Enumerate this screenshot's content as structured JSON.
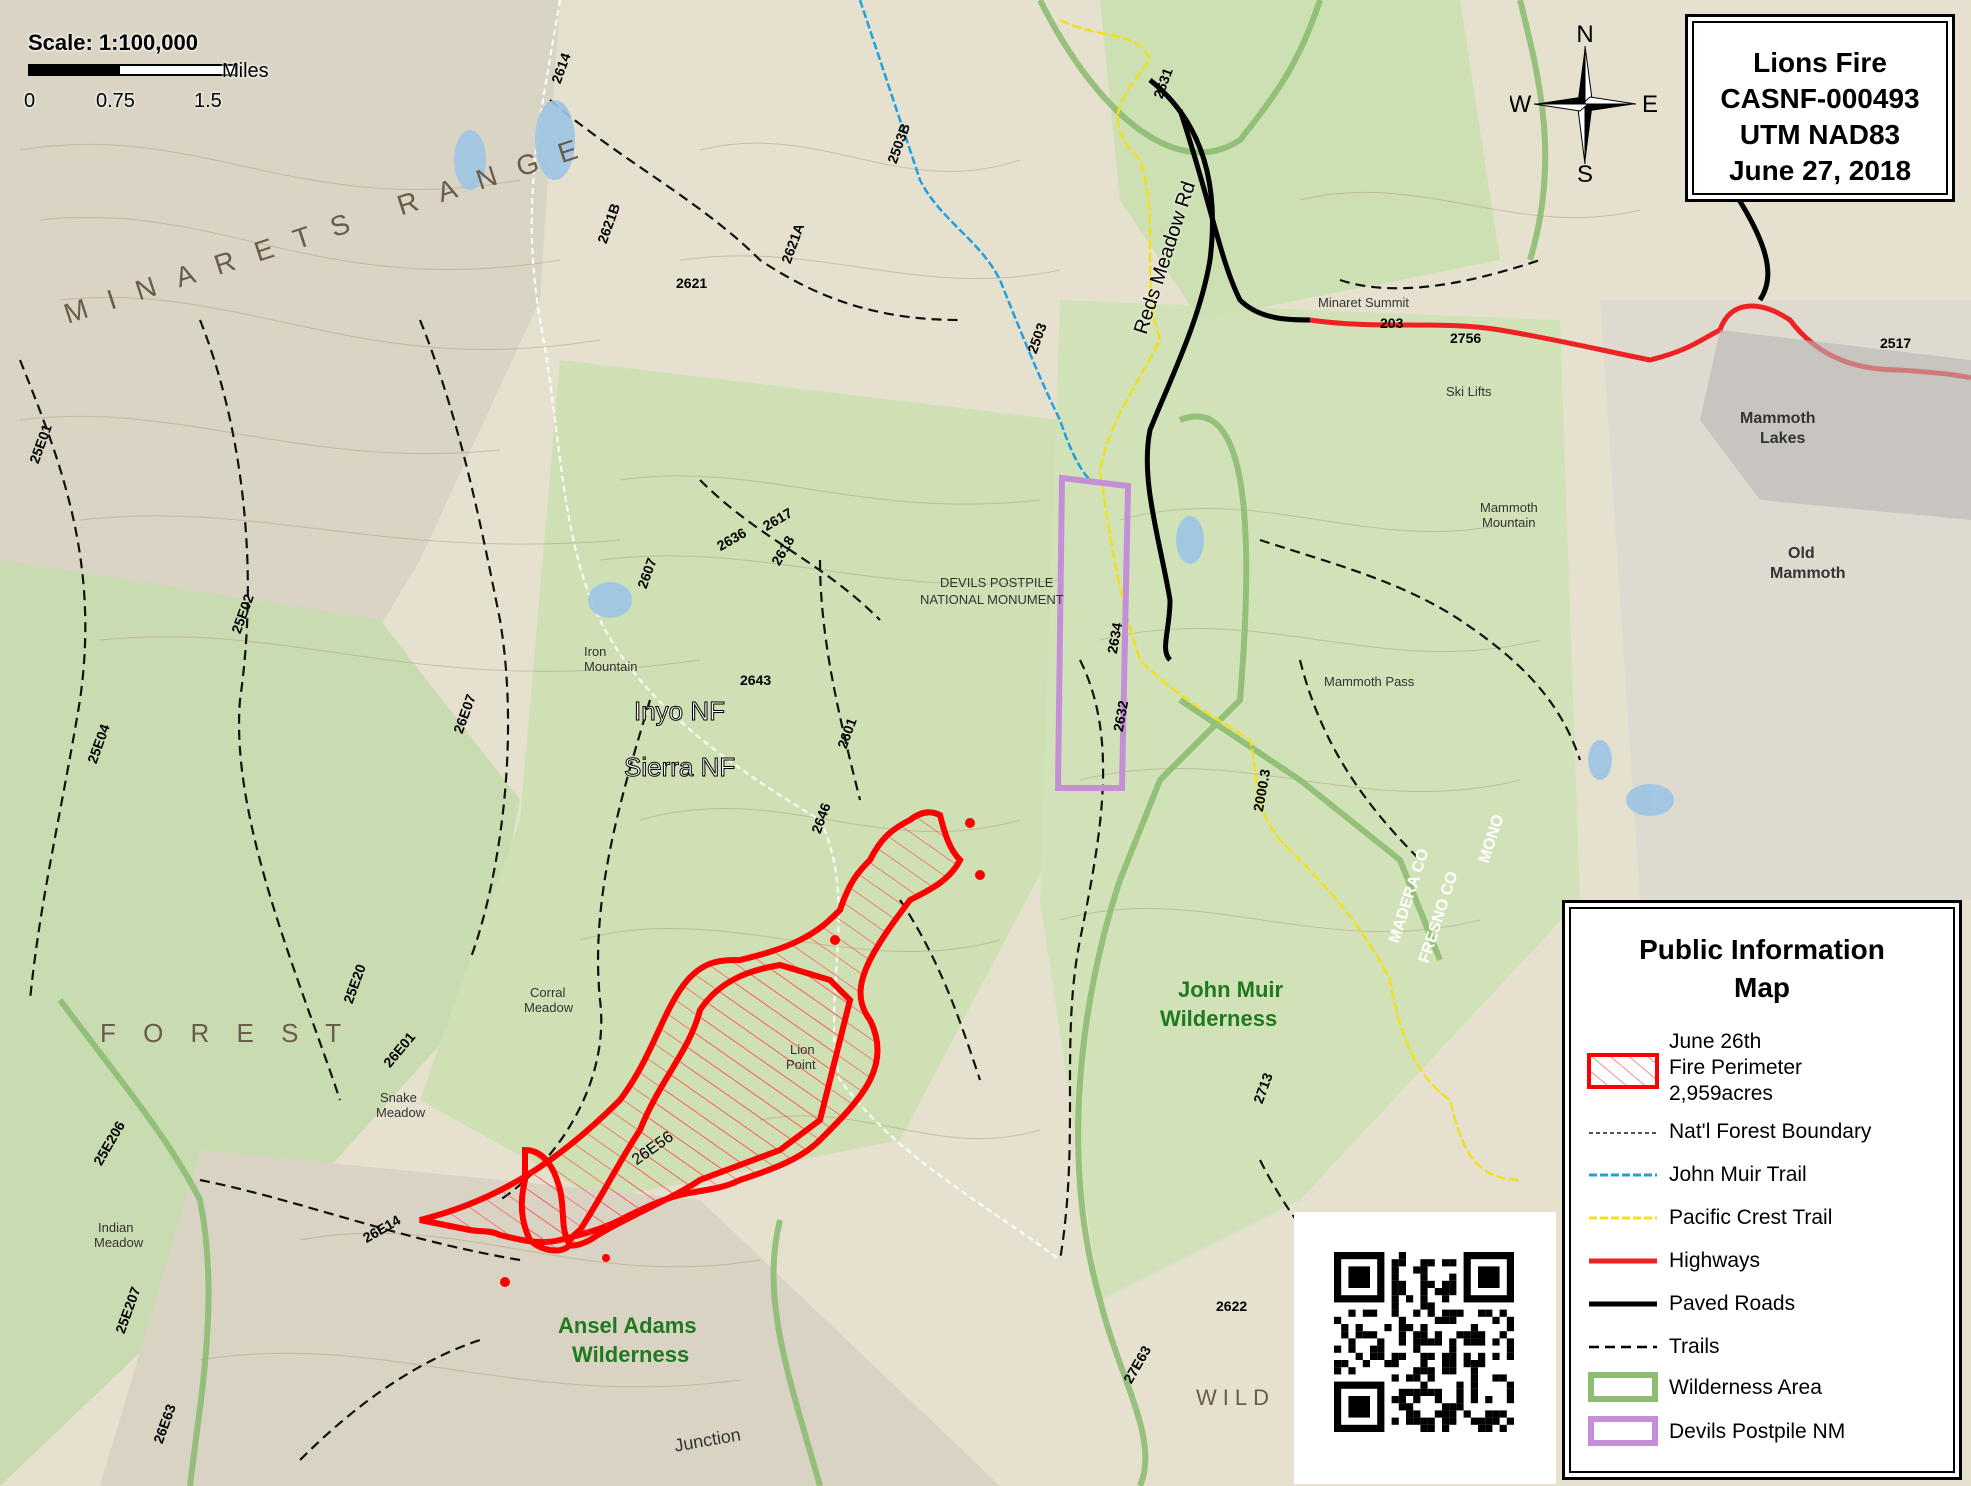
{
  "title": {
    "line1": "Lions Fire",
    "line2": "CASNF-000493",
    "line3": "UTM NAD83",
    "line4": "June 27, 2018"
  },
  "scale": {
    "label": "Scale:   1:100,000",
    "units": "Miles",
    "ticks": [
      "0",
      "0.75",
      "1.5"
    ]
  },
  "compass": {
    "n": "N",
    "s": "S",
    "e": "E",
    "w": "W"
  },
  "legend": {
    "title1": "Public Information",
    "title2": "Map",
    "perimeter": {
      "line1": "June 26th",
      "line2": "Fire Perimeter",
      "line3": "2,959acres",
      "color": "#ff0000"
    },
    "items": [
      {
        "label": "Nat'l Forest Boundary",
        "color": "#555555"
      },
      {
        "label": "John Muir Trail",
        "color": "#1fa0e0"
      },
      {
        "label": "Pacific Crest Trail",
        "color": "#f0e020"
      },
      {
        "label": "Highways",
        "color": "#ee2222"
      },
      {
        "label": "Paved Roads",
        "color": "#000000"
      },
      {
        "label": "Trails",
        "color": "#000000"
      },
      {
        "label": "Wilderness Area",
        "color": "#8dbd72"
      },
      {
        "label": "Devils Postpile NM",
        "color": "#c58fd8"
      }
    ]
  },
  "labels": {
    "inyo": "Inyo NF",
    "sierra": "Sierra NF",
    "john_muir": "John Muir",
    "john_muir2": "Wilderness",
    "ansel": "Ansel Adams",
    "ansel2": "Wilderness",
    "reds_meadow": "Reds Meadow Rd",
    "devils_postpile": "DEVILS POSTPILE",
    "devils_postpile2": "NATIONAL MONUMENT",
    "mammoth_lakes": "Mammoth",
    "mammoth_lakes2": "Lakes",
    "old_mammoth": "Old",
    "old_mammoth2": "Mammoth",
    "minarets_range": "MINARETS RANGE",
    "forest": "F O R E S T",
    "madera": "MADERA CO",
    "fresno": "FRESNO CO",
    "mono": "MONO",
    "minaret_summit": "Minaret Summit",
    "mammoth_mtn": "Mammoth",
    "mammoth_mtn2": "Mountain",
    "mammoth_pass": "Mammoth Pass",
    "iron_mtn": "Iron",
    "iron_mtn2": "Mountain",
    "lion_point": "Lion",
    "lion_point2": "Point",
    "snake_meadow": "Snake",
    "snake_meadow2": "Meadow",
    "corral_meadow": "Corral",
    "corral_meadow2": "Meadow",
    "indian_meadow": "Indian",
    "indian_meadow2": "Meadow",
    "ski_lifts": "Ski Lifts",
    "junction": "Junction",
    "fire_road": "26E56",
    "wild": "WILD"
  },
  "trail_numbers": [
    "2614",
    "2621B",
    "2621",
    "2621A",
    "2503B",
    "2503",
    "2631",
    "2617",
    "2636",
    "2618",
    "2607",
    "2643",
    "2601",
    "2646",
    "2634",
    "2632",
    "2000.3",
    "2713",
    "2622",
    "27E63",
    "25E01",
    "25E02",
    "25E04",
    "26E07",
    "25E20",
    "26E01",
    "25E206",
    "26E14",
    "25E207",
    "26E63",
    "203",
    "2756",
    "2517"
  ]
}
